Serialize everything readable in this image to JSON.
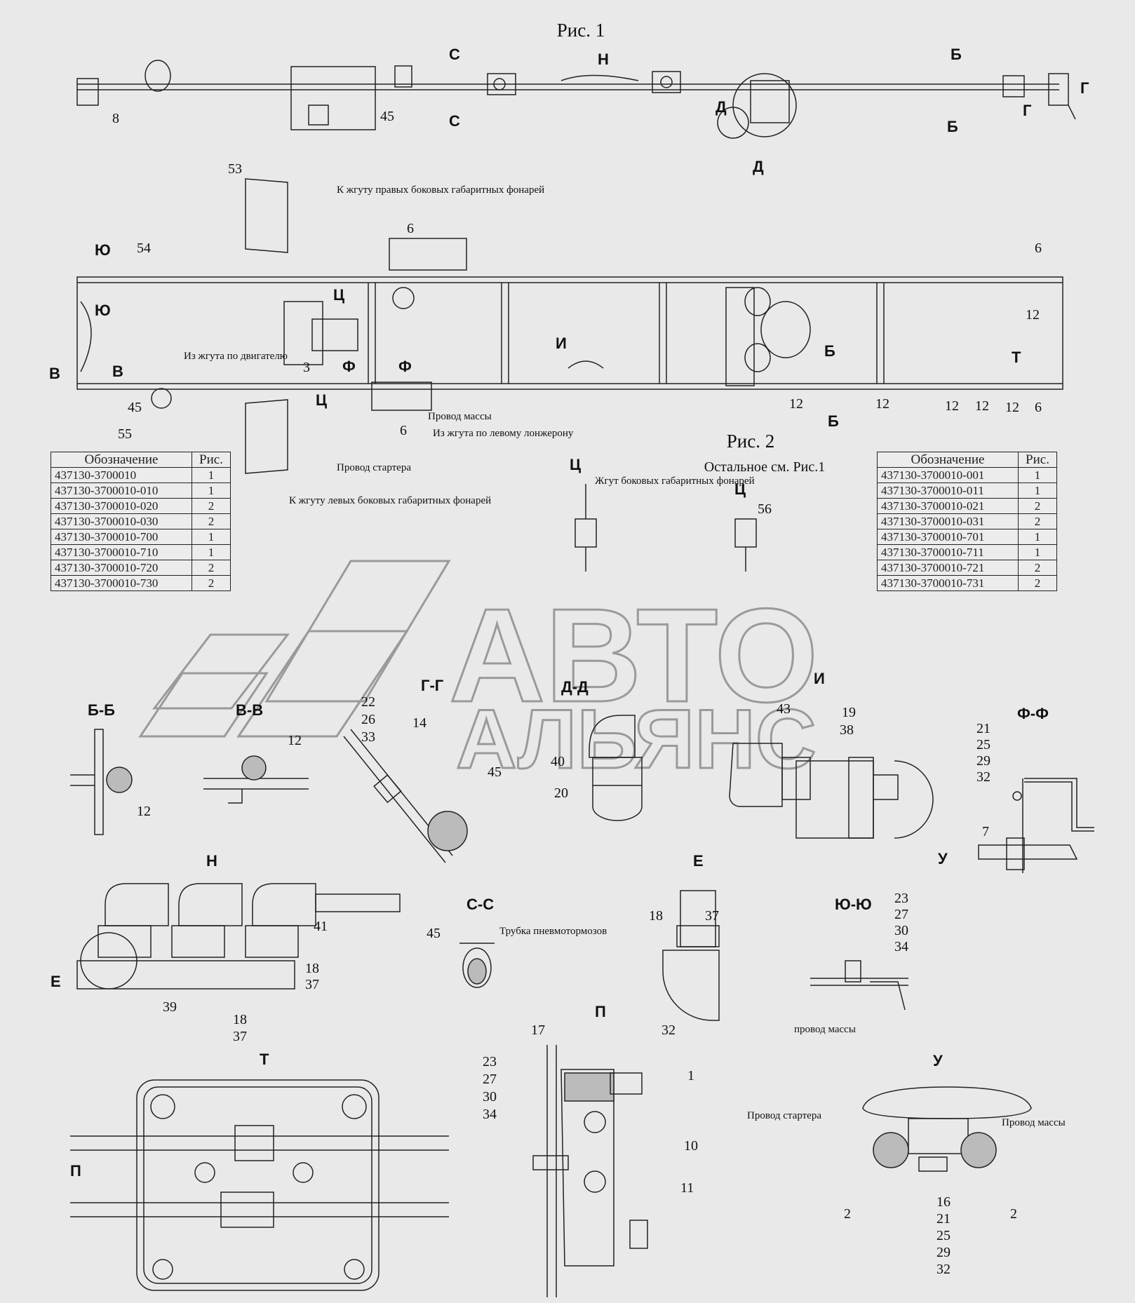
{
  "titles": {
    "fig1": "Рис. 1",
    "fig2": "Рис. 2",
    "fig2_note": "Остальное см. Рис.1"
  },
  "watermark": {
    "line1": "АВТО",
    "line2": "АЛЬЯНС"
  },
  "fig1_labels": {
    "pos8": "8",
    "pos45": "45",
    "C": "С",
    "H": "Н",
    "B": "Б",
    "G": "Г",
    "D": "Д"
  },
  "fig2_labels": {
    "pos53": "53",
    "pos54": "54",
    "pos6": "6",
    "pos12": "12",
    "pos3": "3",
    "pos45": "45",
    "pos55": "55",
    "Yu": "Ю",
    "V": "В",
    "Ts": "Ц",
    "F": "Ф",
    "I": "И",
    "B": "Б",
    "T": "Т",
    "note_right_lights": "К жгуту правых боковых габаритных фонарей",
    "note_left_lights": "К жгуту левых боковых габаритных фонарей",
    "note_engine": "Из жгута по двигателю",
    "note_ground": "Провод массы",
    "note_left_rail": "Из жгута по левому лонжерону",
    "note_starter": "Провод стартера"
  },
  "table_left": {
    "headers": [
      "Обозначение",
      "Рис."
    ],
    "rows": [
      [
        "437130-3700010",
        "1"
      ],
      [
        "437130-3700010-010",
        "1"
      ],
      [
        "437130-3700010-020",
        "2"
      ],
      [
        "437130-3700010-030",
        "2"
      ],
      [
        "437130-3700010-700",
        "1"
      ],
      [
        "437130-3700010-710",
        "1"
      ],
      [
        "437130-3700010-720",
        "2"
      ],
      [
        "437130-3700010-730",
        "2"
      ]
    ]
  },
  "table_right": {
    "headers": [
      "Обозначение",
      "Рис."
    ],
    "rows": [
      [
        "437130-3700010-001",
        "1"
      ],
      [
        "437130-3700010-011",
        "1"
      ],
      [
        "437130-3700010-021",
        "2"
      ],
      [
        "437130-3700010-031",
        "2"
      ],
      [
        "437130-3700010-701",
        "1"
      ],
      [
        "437130-3700010-711",
        "1"
      ],
      [
        "437130-3700010-721",
        "2"
      ],
      [
        "437130-3700010-731",
        "2"
      ]
    ]
  },
  "detail_ts": {
    "title1": "Ц",
    "title2": "Ц",
    "note": "Жгут боковых габаритных фонарей",
    "pos56": "56"
  },
  "sections": {
    "BB": {
      "title": "Б-Б",
      "p12": "12"
    },
    "VV": {
      "title": "В-В",
      "p12": "12"
    },
    "GG": {
      "title": "Г-Г",
      "p22": "22",
      "p26": "26",
      "p33": "33",
      "p14": "14",
      "p45": "45"
    },
    "DD": {
      "title": "Д-Д",
      "p40": "40",
      "p20": "20"
    },
    "I": {
      "title": "И",
      "p43": "43",
      "p19": "19",
      "p38": "38"
    },
    "FF": {
      "title": "Ф-Ф",
      "p21": "21",
      "p25": "25",
      "p29": "29",
      "p32": "32",
      "p7": "7",
      "U": "У"
    },
    "H": {
      "title": "Н",
      "p41": "41",
      "p18": "18",
      "p37": "37",
      "p39": "39",
      "p18b": "18",
      "p37b": "37",
      "E": "Е"
    },
    "CC": {
      "title": "С-С",
      "p45": "45",
      "note": "Трубка пневмотормозов"
    },
    "E": {
      "title": "Е",
      "p18": "18",
      "p37": "37"
    },
    "YuYu": {
      "title": "Ю-Ю",
      "p23": "23",
      "p27": "27",
      "p30": "30",
      "p34": "34",
      "note": "провод массы"
    },
    "T": {
      "title": "Т",
      "P": "П"
    },
    "P": {
      "title": "П",
      "p17": "17",
      "p32": "32",
      "p1": "1",
      "p10": "10",
      "p11": "11",
      "p23": "23",
      "p27": "27",
      "p30": "30",
      "p34": "34"
    },
    "U": {
      "title": "У",
      "starter": "Провод стартера",
      "ground": "Провод массы",
      "p2a": "2",
      "p2b": "2",
      "p16": "16",
      "p21": "21",
      "p25": "25",
      "p29": "29",
      "p32": "32"
    }
  }
}
